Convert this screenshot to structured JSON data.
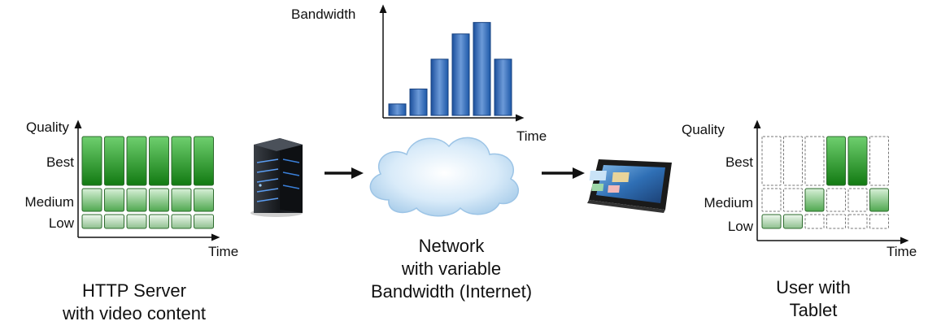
{
  "server_chart": {
    "quality_label": "Quality",
    "best_label": "Best",
    "medium_label": "Medium",
    "low_label": "Low",
    "time_label": "Time",
    "columns": 6
  },
  "bandwidth_chart": {
    "ylabel": "Bandwidth",
    "xlabel": "Time",
    "values": [
      1,
      2.3,
      4.9,
      7.1,
      8.1,
      4.9
    ]
  },
  "tablet_chart": {
    "quality_label": "Quality",
    "best_label": "Best",
    "medium_label": "Medium",
    "low_label": "Low",
    "time_label": "Time",
    "selected_levels": [
      "Low",
      "Low",
      "Medium",
      "Best",
      "Best",
      "Medium"
    ]
  },
  "captions": {
    "server_line1": "HTTP Server",
    "server_line2": "with video content",
    "network_line1": "Network",
    "network_line2": "with variable",
    "network_line3": "Bandwidth (Internet)",
    "user_line1": "User with",
    "user_line2": "Tablet"
  },
  "colors": {
    "green_dark": "#1f8a1f",
    "green_light": "#9ed69e",
    "blue_dark": "#2563b8",
    "blue_light": "#b9d0ee",
    "cloud": "#cfe5f7"
  },
  "icons": {
    "server": "server-icon",
    "cloud": "cloud-icon",
    "tablet": "tablet-icon",
    "arrow": "arrow-right-icon"
  }
}
